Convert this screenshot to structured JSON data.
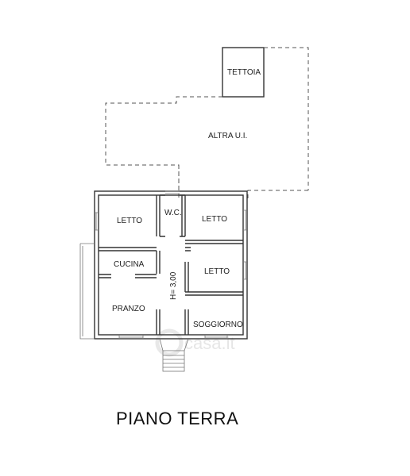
{
  "rooms": {
    "tettoia": "TETTOIA",
    "altra_ui": "ALTRA U.I.",
    "letto_1": "LETTO",
    "wc": "W.C.",
    "letto_2": "LETTO",
    "cucina": "CUCINA",
    "letto_3": "LETTO",
    "pranzo": "PRANZO",
    "soggiorno": "SOGGIORNO"
  },
  "height_label": "H= 3,00",
  "title": "PIANO TERRA",
  "watermark": "casa.it"
}
